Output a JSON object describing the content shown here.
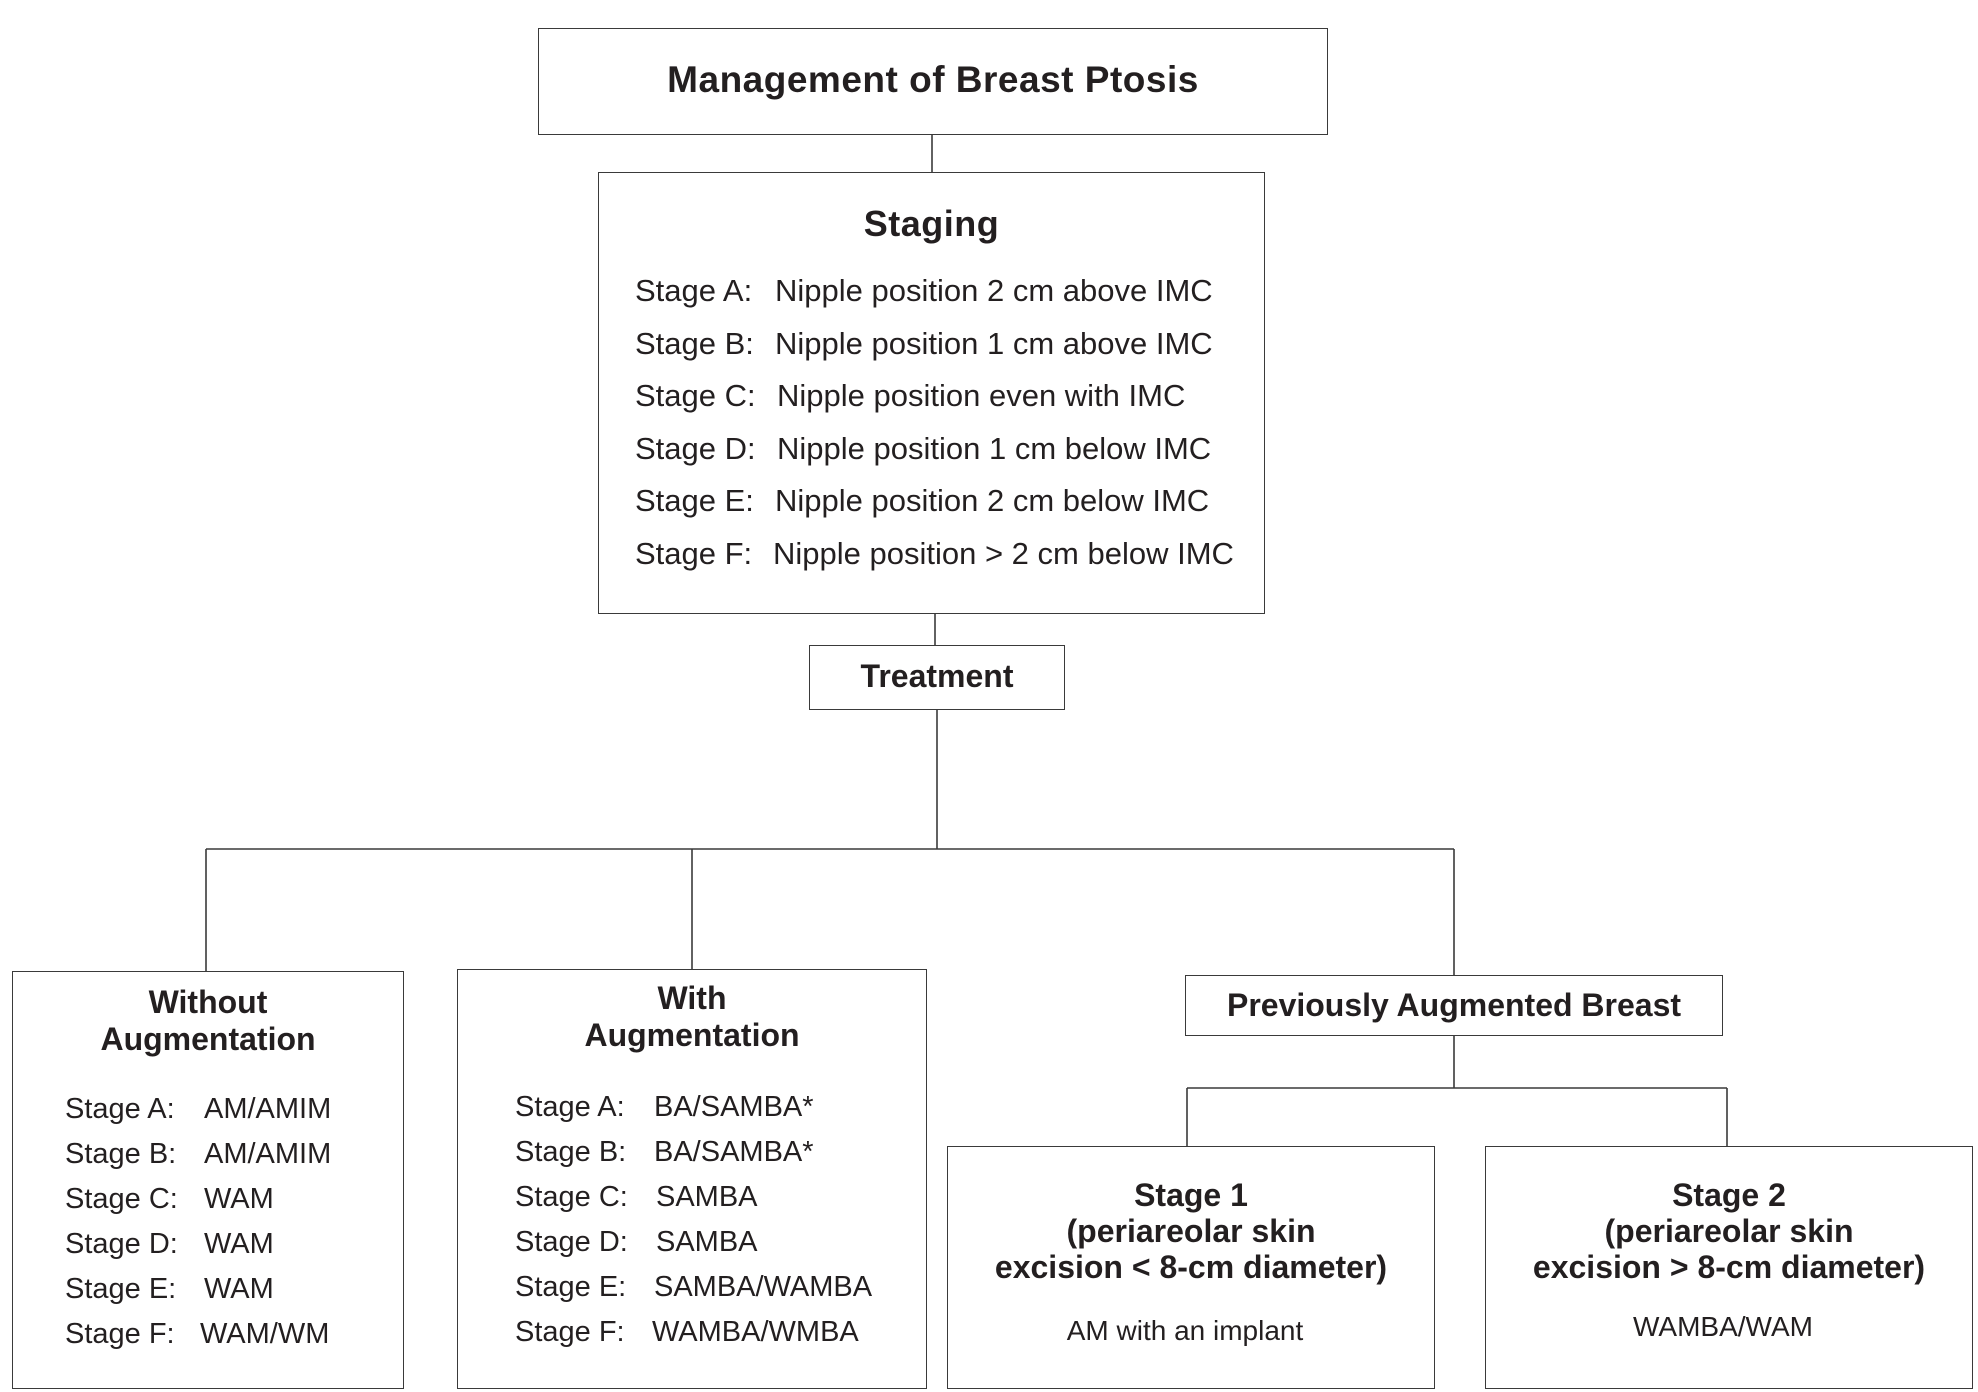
{
  "title": "Management of Breast Ptosis",
  "staging": {
    "heading": "Staging",
    "rows": [
      {
        "label": "Stage A:",
        "value": "Nipple position 2 cm above IMC"
      },
      {
        "label": "Stage B:",
        "value": "Nipple position 1 cm above IMC"
      },
      {
        "label": "Stage C:",
        "value": "Nipple position even with IMC"
      },
      {
        "label": "Stage D:",
        "value": "Nipple position 1 cm below IMC"
      },
      {
        "label": "Stage E:",
        "value": "Nipple position 2 cm below IMC"
      },
      {
        "label": "Stage F:",
        "value": "Nipple position > 2 cm below IMC"
      }
    ]
  },
  "treatment": {
    "heading": "Treatment"
  },
  "without_augmentation": {
    "heading_line1": "Without",
    "heading_line2": "Augmentation",
    "rows": [
      {
        "label": "Stage A:",
        "value": "AM/AMIM"
      },
      {
        "label": "Stage B:",
        "value": "AM/AMIM"
      },
      {
        "label": "Stage C:",
        "value": "WAM"
      },
      {
        "label": "Stage D:",
        "value": "WAM"
      },
      {
        "label": "Stage E:",
        "value": "WAM"
      },
      {
        "label": "Stage F:",
        "value": "WAM/WM"
      }
    ]
  },
  "with_augmentation": {
    "heading_line1": "With",
    "heading_line2": "Augmentation",
    "rows": [
      {
        "label": "Stage A:",
        "value": "BA/SAMBA*"
      },
      {
        "label": "Stage B:",
        "value": "BA/SAMBA*"
      },
      {
        "label": "Stage C:",
        "value": "SAMBA"
      },
      {
        "label": "Stage D:",
        "value": "SAMBA"
      },
      {
        "label": "Stage E:",
        "value": "SAMBA/WAMBA"
      },
      {
        "label": "Stage F:",
        "value": "WAMBA/WMBA"
      }
    ]
  },
  "previously_augmented": {
    "heading": "Previously Augmented Breast"
  },
  "stage1": {
    "line1": "Stage 1",
    "line2": "(periareolar skin",
    "line3": "excision < 8-cm diameter)",
    "treatment": "AM with an implant"
  },
  "stage2": {
    "line1": "Stage 2",
    "line2": "(periareolar skin",
    "line3": "excision > 8-cm diameter)",
    "treatment": "WAMBA/WAM"
  }
}
